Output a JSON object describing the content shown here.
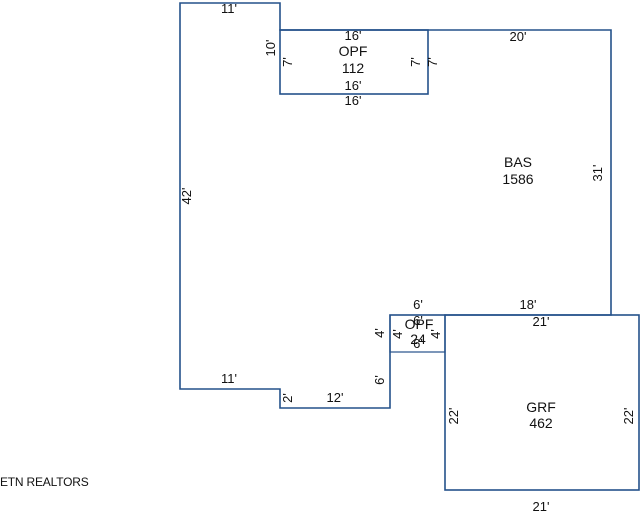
{
  "colors": {
    "line": "#24518a",
    "text": "#111111",
    "background": "#ffffff"
  },
  "areas": [
    {
      "code": "BAS",
      "area": "1586"
    },
    {
      "code": "OPF",
      "area": "112"
    },
    {
      "code": "OPF",
      "area": "24"
    },
    {
      "code": "GRF",
      "area": "462"
    }
  ],
  "dimensions": {
    "bas_top_left": "11'",
    "bas_left": "42'",
    "bas_bottom_left": "11'",
    "bas_step_small": "2'",
    "bas_bottom_mid": "12'",
    "bas_step_mid": "6'",
    "bas_right": "31'",
    "bas_top_right": "20'",
    "bas_bottom_right": "18'",
    "opf1_top": "16'",
    "opf1_left_outer": "10'",
    "opf1_left_inner": "7'",
    "opf1_right_inner": "7'",
    "opf1_right_outer": "7'",
    "opf1_bottom_inner": "16'",
    "opf1_bottom_outer": "16'",
    "opf2_top_outer": "6'",
    "opf2_top_inner": "6'",
    "opf2_left_outer": "4'",
    "opf2_left_inner": "4'",
    "opf2_right_inner": "4'",
    "opf2_bottom": "6'",
    "grf_top": "21'",
    "grf_left": "22'",
    "grf_right": "22'",
    "grf_bottom": "21'"
  },
  "watermark": "ETN REALTORS"
}
